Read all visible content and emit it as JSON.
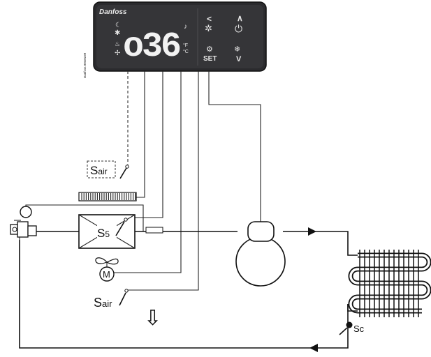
{
  "controller": {
    "brand": "Danfoss",
    "display_value": "o36",
    "unit_f": "°F",
    "unit_c": "°C",
    "set_label": "SET",
    "up_arrow": "∧",
    "down_arrow": "V",
    "back_arrow": "<",
    "vertical_code": "Danfoss 80G8239",
    "icons": [
      "moon-icon",
      "snowflake-icon",
      "fan-icon",
      "heater-icon",
      "bell-icon",
      "defrost-icon",
      "gear-icon",
      "power-icon"
    ]
  },
  "labels": {
    "sensor_air_top_main": "S",
    "sensor_air_top_sub": "air",
    "sensor_evap_main": "S",
    "sensor_evap_sub": "5",
    "sensor_air_bottom_main": "S",
    "sensor_air_bottom_sub": "air",
    "sensor_condenser": "Sc",
    "fan_motor": "M",
    "airflow_arrow": "⇩"
  }
}
